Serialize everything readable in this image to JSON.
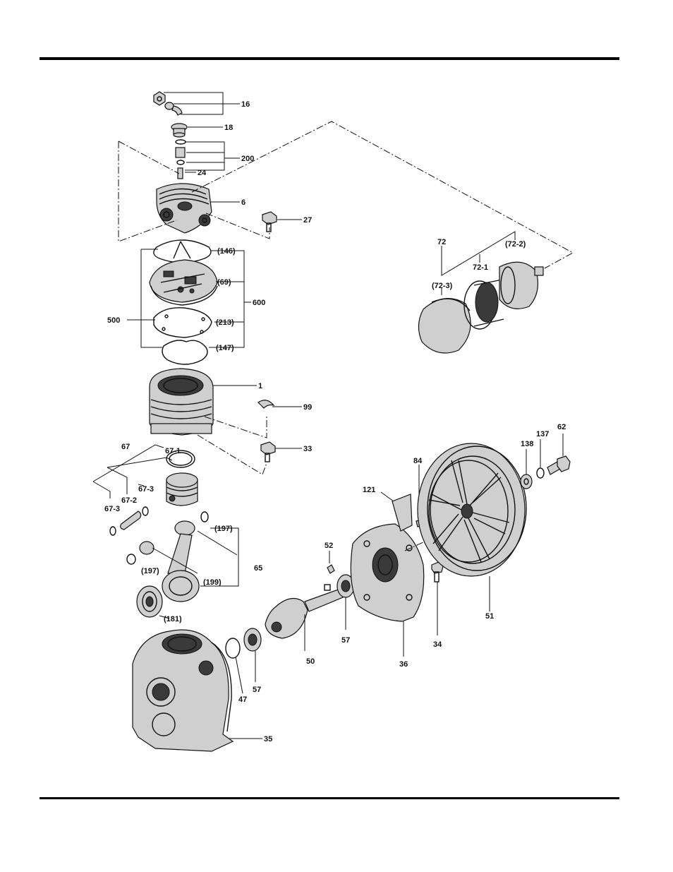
{
  "labels": {
    "l16": "16",
    "l18": "18",
    "l200": "200",
    "l24": "24",
    "l6": "6",
    "l27": "27",
    "l146": "(146)",
    "l69": "(69)",
    "l600": "600",
    "l500": "500",
    "l213": "(213)",
    "l147": "(147)",
    "l1": "1",
    "l99": "99",
    "l33": "33",
    "l72": "72",
    "l72_2": "(72-2)",
    "l72_1": "72-1",
    "l72_3": "(72-3)",
    "l67": "67",
    "l67_1": "67-1",
    "l67_3a": "67-3",
    "l67_2": "67-2",
    "l67_3b": "67-3",
    "l197a": "(197)",
    "l65": "65",
    "l197b": "(197)",
    "l199": "(199)",
    "l181": "(181)",
    "l47": "47",
    "l57a": "57",
    "l35": "35",
    "l50": "50",
    "l52": "52",
    "l57b": "57",
    "l121": "121",
    "l84": "84",
    "l36": "36",
    "l34": "34",
    "l138": "138",
    "l137": "137",
    "l62": "62",
    "l51": "51"
  }
}
